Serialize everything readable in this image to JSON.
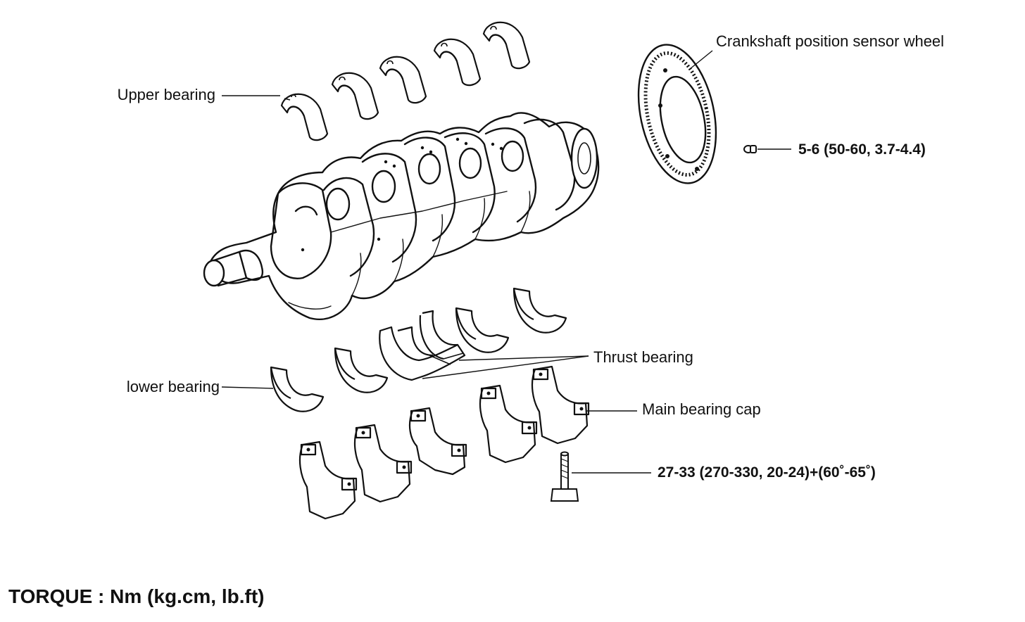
{
  "labels": {
    "upper_bearing": "Upper bearing",
    "sensor_wheel": "Crankshaft position sensor wheel",
    "sensor_wheel_torque": "5-6 (50-60, 3.7-4.4)",
    "thrust_bearing": "Thrust bearing",
    "lower_bearing": "lower bearing",
    "main_bearing_cap": "Main bearing cap",
    "cap_bolt_torque": "27-33 (270-330, 20-24)+(60˚-65˚)"
  },
  "footer": {
    "torque_units": "TORQUE : Nm (kg.cm, lb.ft)"
  },
  "colors": {
    "ink": "#111111",
    "paper": "#ffffff"
  }
}
